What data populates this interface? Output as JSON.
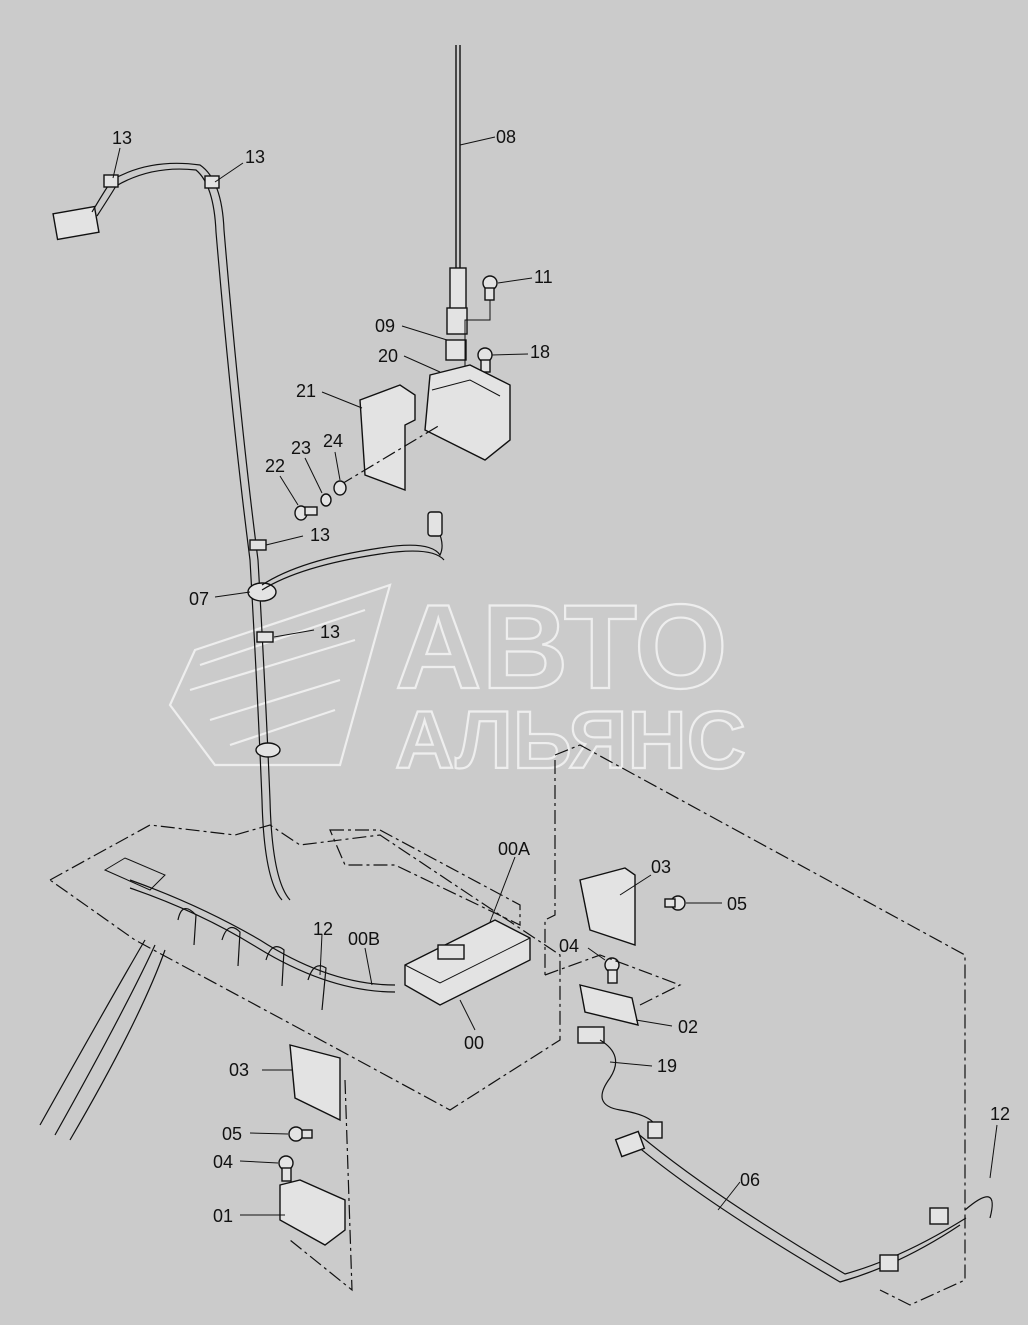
{
  "watermark": {
    "line1": "АВТО",
    "line2": "АЛЬЯНС"
  },
  "callouts": [
    {
      "id": "c13a",
      "text": "13"
    },
    {
      "id": "c13b",
      "text": "13"
    },
    {
      "id": "c08",
      "text": "08"
    },
    {
      "id": "c11",
      "text": "11"
    },
    {
      "id": "c09",
      "text": "09"
    },
    {
      "id": "c18",
      "text": "18"
    },
    {
      "id": "c20",
      "text": "20"
    },
    {
      "id": "c21",
      "text": "21"
    },
    {
      "id": "c24",
      "text": "24"
    },
    {
      "id": "c23",
      "text": "23"
    },
    {
      "id": "c22",
      "text": "22"
    },
    {
      "id": "c13c",
      "text": "13"
    },
    {
      "id": "c07",
      "text": "07"
    },
    {
      "id": "c13d",
      "text": "13"
    },
    {
      "id": "c00A",
      "text": "00A"
    },
    {
      "id": "c03a",
      "text": "03"
    },
    {
      "id": "c05a",
      "text": "05"
    },
    {
      "id": "c12a",
      "text": "12"
    },
    {
      "id": "c00B",
      "text": "00B"
    },
    {
      "id": "c04a",
      "text": "04"
    },
    {
      "id": "c02",
      "text": "02"
    },
    {
      "id": "c00",
      "text": "00"
    },
    {
      "id": "c03b",
      "text": "03"
    },
    {
      "id": "c19",
      "text": "19"
    },
    {
      "id": "c05b",
      "text": "05"
    },
    {
      "id": "c12b",
      "text": "12"
    },
    {
      "id": "c04b",
      "text": "04"
    },
    {
      "id": "c06",
      "text": "06"
    },
    {
      "id": "c01",
      "text": "01"
    }
  ],
  "colors": {
    "background": "#cbcbcb",
    "line": "#111111",
    "watermark": "#eeeeee"
  }
}
